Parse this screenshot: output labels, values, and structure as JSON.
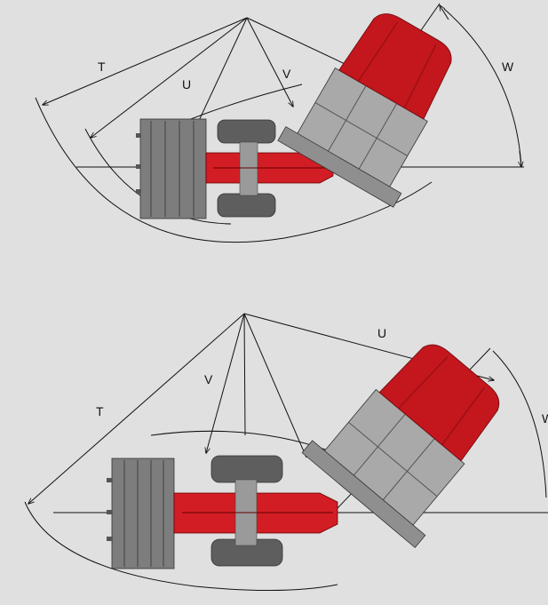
{
  "colors": {
    "background": "#dfe0df",
    "line": "#111111",
    "cab_red": "#c3161d",
    "cab_dark": "#8a0f14",
    "body_grey": "#a9a9a9",
    "bucket_grey": "#7d7d7d",
    "tire_grey": "#5e5e5e",
    "frame_red": "#d21d24"
  },
  "top_diagram": {
    "labels": {
      "t": "T",
      "u": "U",
      "v": "V",
      "w": "W"
    }
  },
  "bottom_diagram": {
    "labels": {
      "t": "T",
      "u": "U",
      "v": "V",
      "w": "W"
    }
  }
}
